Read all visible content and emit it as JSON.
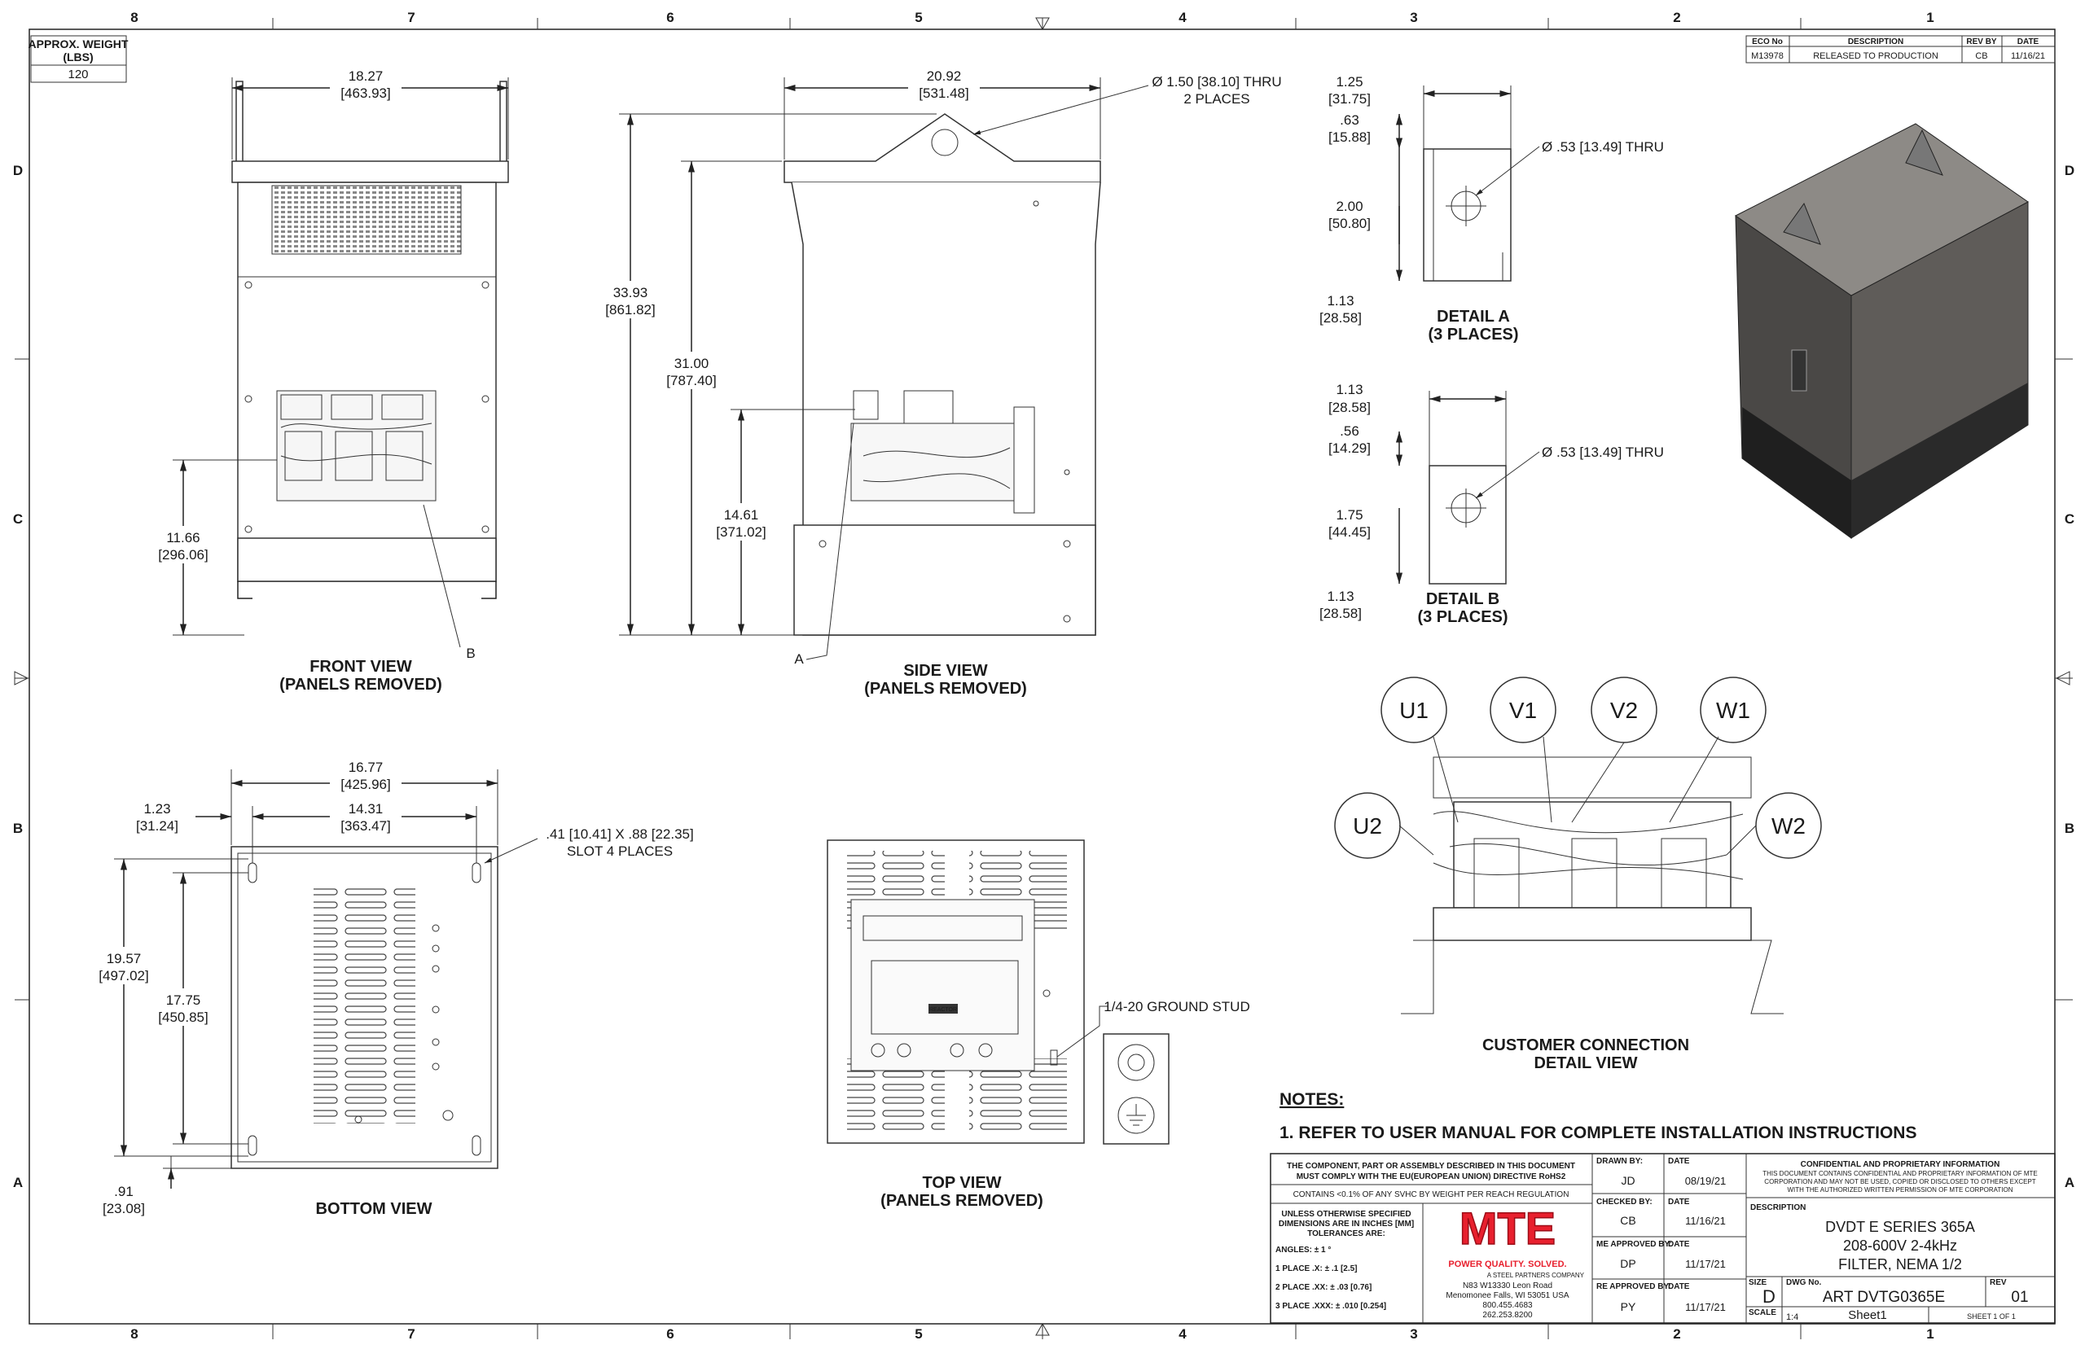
{
  "zones": {
    "columns": [
      "8",
      "7",
      "6",
      "5",
      "4",
      "3",
      "2",
      "1"
    ],
    "rows": [
      "D",
      "C",
      "B",
      "A"
    ]
  },
  "weight": {
    "label_line1": "APPROX. WEIGHT",
    "label_line2": "(LBS)",
    "value": "120"
  },
  "revision_block": {
    "headers": [
      "ECO No",
      "DESCRIPTION",
      "REV BY",
      "DATE"
    ],
    "row": [
      "M13978",
      "RELEASED TO PRODUCTION",
      "CB",
      "11/16/21"
    ]
  },
  "front_view": {
    "title": "FRONT VIEW",
    "subtitle": "(PANELS REMOVED)",
    "callout": "B",
    "width": {
      "in": "18.27",
      "mm": "[463.93]"
    },
    "height": {
      "in": "11.66",
      "mm": "[296.06]"
    }
  },
  "side_view": {
    "title": "SIDE VIEW",
    "subtitle": "(PANELS REMOVED)",
    "callout": "A",
    "width": {
      "in": "20.92",
      "mm": "[531.48]"
    },
    "overall_height": {
      "in": "33.93",
      "mm": "[861.82]"
    },
    "body_height": {
      "in": "31.00",
      "mm": "[787.40]"
    },
    "lower_height": {
      "in": "14.61",
      "mm": "[371.02]"
    },
    "hole_note_line1": "Ø 1.50 [38.10] THRU",
    "hole_note_line2": "2 PLACES"
  },
  "detail_a": {
    "title": "DETAIL A",
    "subtitle": "(3 PLACES)",
    "d1": {
      "in": "1.25",
      "mm": "[31.75]"
    },
    "d2": {
      "in": ".63",
      "mm": "[15.88]"
    },
    "d3": {
      "in": "2.00",
      "mm": "[50.80]"
    },
    "d4": {
      "in": "1.13",
      "mm": "[28.58]"
    },
    "hole_note": "Ø .53 [13.49] THRU"
  },
  "detail_b": {
    "title": "DETAIL B",
    "subtitle": "(3 PLACES)",
    "d1": {
      "in": "1.13",
      "mm": "[28.58]"
    },
    "d2": {
      "in": ".56",
      "mm": "[14.29]"
    },
    "d3": {
      "in": "1.75",
      "mm": "[44.45]"
    },
    "d4": {
      "in": "1.13",
      "mm": "[28.58]"
    },
    "hole_note": "Ø .53 [13.49] THRU"
  },
  "customer_connection": {
    "title": "CUSTOMER CONNECTION",
    "subtitle": "DETAIL VIEW",
    "terminals": [
      "U1",
      "V1",
      "V2",
      "W1",
      "U2",
      "W2"
    ]
  },
  "bottom_view": {
    "title": "BOTTOM VIEW",
    "outer_width": {
      "in": "16.77",
      "mm": "[425.96]"
    },
    "slot_width": {
      "in": "14.31",
      "mm": "[363.47]"
    },
    "offset": {
      "in": "1.23",
      "mm": "[31.24]"
    },
    "outer_depth": {
      "in": "19.57",
      "mm": "[497.02]"
    },
    "slot_depth": {
      "in": "17.75",
      "mm": "[450.85]"
    },
    "edge": {
      "in": ".91",
      "mm": "[23.08]"
    },
    "slot_note_line1": ".41 [10.41] X .88 [22.35]",
    "slot_note_line2": "SLOT 4 PLACES"
  },
  "top_view": {
    "title": "TOP VIEW",
    "subtitle": "(PANELS REMOVED)",
    "ground_stud": "1/4-20 GROUND STUD",
    "reactor_label": "REACTOR"
  },
  "notes": {
    "heading": "NOTES:",
    "items": [
      "1.  REFER TO USER MANUAL FOR COMPLETE INSTALLATION INSTRUCTIONS"
    ]
  },
  "title_block": {
    "rohs_line1": "THE COMPONENT, PART OR ASSEMBLY DESCRIBED IN THIS DOCUMENT",
    "rohs_line2": "MUST COMPLY WITH THE EU(EUROPEAN UNION) DIRECTIVE RoHS2",
    "reach": "CONTAINS <0.1% OF ANY SVHC BY WEIGHT PER REACH REGULATION",
    "tol_line1": "UNLESS OTHERWISE SPECIFIED",
    "tol_line2": "DIMENSIONS ARE IN INCHES [MM]",
    "tol_line3": "TOLERANCES ARE:",
    "angles": "ANGLES: ± 1 °",
    "place1": "1 PLACE .X: ± .1 [2.5]",
    "place2": "2 PLACE .XX: ± .03 [0.76]",
    "place3": "3 PLACE .XXX: ± .010 [0.254]",
    "logo": {
      "text": "MTE",
      "tagline": "POWER QUALITY. SOLVED.",
      "sub": "A STEEL PARTNERS COMPANY",
      "color": "#e8202e"
    },
    "address": [
      "N83 W13330 Leon Road",
      "Menomonee Falls, WI 53051 USA",
      "800.455.4683",
      "262.253.8200"
    ],
    "approvals": [
      {
        "label": "DRAWN BY:",
        "name": "JD",
        "date_label": "DATE",
        "date": "08/19/21"
      },
      {
        "label": "CHECKED BY:",
        "name": "CB",
        "date_label": "DATE",
        "date": "11/16/21"
      },
      {
        "label": "ME APPROVED BY:",
        "name": "DP",
        "date_label": "DATE",
        "date": "11/17/21"
      },
      {
        "label": "RE APPROVED BY:",
        "name": "PY",
        "date_label": "DATE",
        "date": "11/17/21"
      }
    ],
    "confidential_title": "CONFIDENTIAL AND PROPRIETARY INFORMATION",
    "confidential_lines": [
      "THIS DOCUMENT CONTAINS CONFIDENTIAL AND PROPRIETARY INFORMATION OF MTE",
      "CORPORATION AND MAY NOT BE USED, COPIED OR DISCLOSED TO OTHERS EXCEPT",
      "WITH THE AUTHORIZED WRITTEN PERMISSION OF MTE CORPORATION"
    ],
    "description_label": "DESCRIPTION",
    "description_lines": [
      "DVDT E SERIES 365A",
      "208-600V 2-4kHz",
      "FILTER, NEMA 1/2"
    ],
    "size_label": "SIZE",
    "size": "D",
    "dwg_label": "DWG No.",
    "dwg_no": "ART DVTG0365E",
    "rev_label": "REV",
    "rev": "01",
    "scale_label": "SCALE",
    "scale": "1:4",
    "sheet_name": "Sheet1",
    "sheet_of": "SHEET 1  OF 1"
  }
}
